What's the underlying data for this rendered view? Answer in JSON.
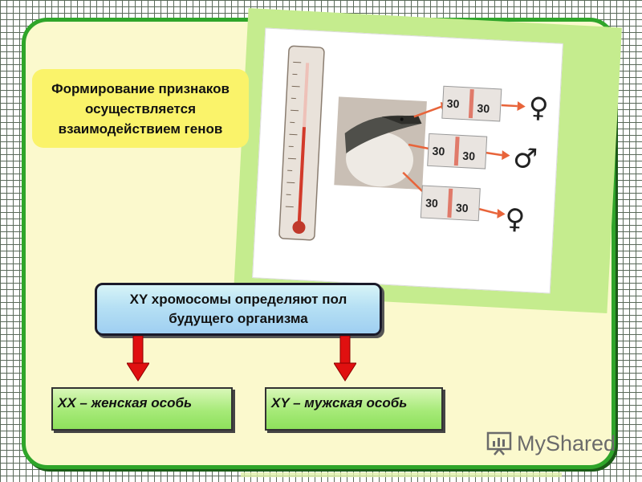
{
  "info": {
    "line1": "Формирование признаков",
    "line2": "осуществляется",
    "line3": "взаимодействием генов"
  },
  "chromosomes": {
    "line1": "XY хромосомы определяют пол",
    "line2": "будущего организма"
  },
  "female_box": {
    "label": "XX – женская особь"
  },
  "male_box": {
    "label": "XY – мужская особь"
  },
  "thermometers": [
    {
      "left": "30",
      "right": "30",
      "symbol": "♀"
    },
    {
      "left": "30",
      "right": "30",
      "symbol": "♂"
    },
    {
      "left": "30",
      "right": "30",
      "symbol": "♀"
    }
  ],
  "watermark": {
    "text": "MyShared"
  },
  "colors": {
    "panel_border": "#2fa52a",
    "panel_bg": "#fbf9cd",
    "info_bg": "#faf36a",
    "arrow_orange": "#e8643a",
    "red_arrow": "#e01010"
  }
}
